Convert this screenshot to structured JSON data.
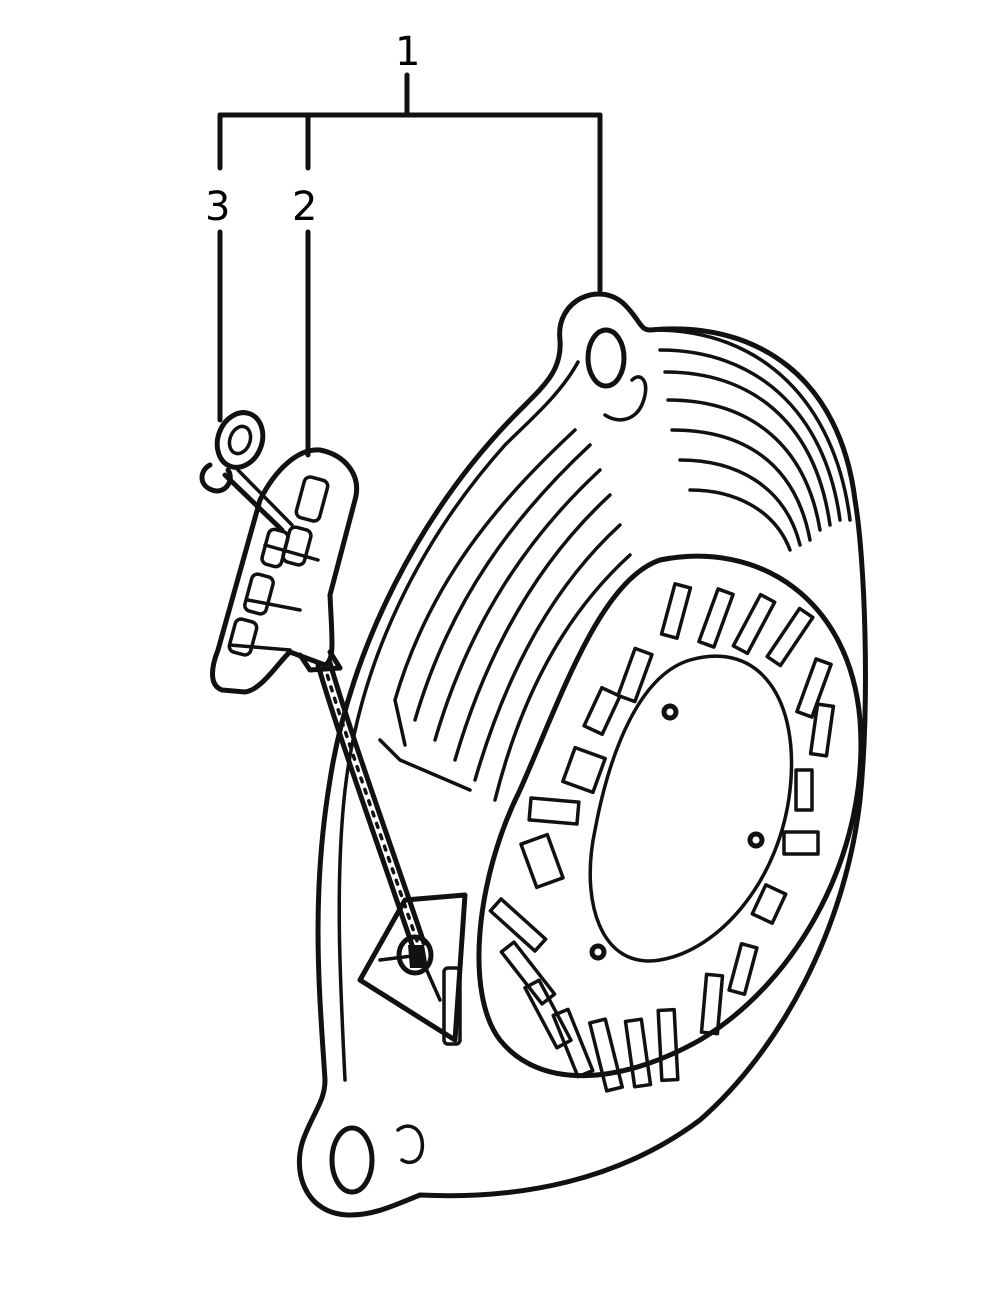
{
  "callouts": {
    "assembly": "1",
    "handle": "2",
    "clip": "3"
  },
  "colors": {
    "ink": "#111111",
    "paper": "#ffffff"
  }
}
